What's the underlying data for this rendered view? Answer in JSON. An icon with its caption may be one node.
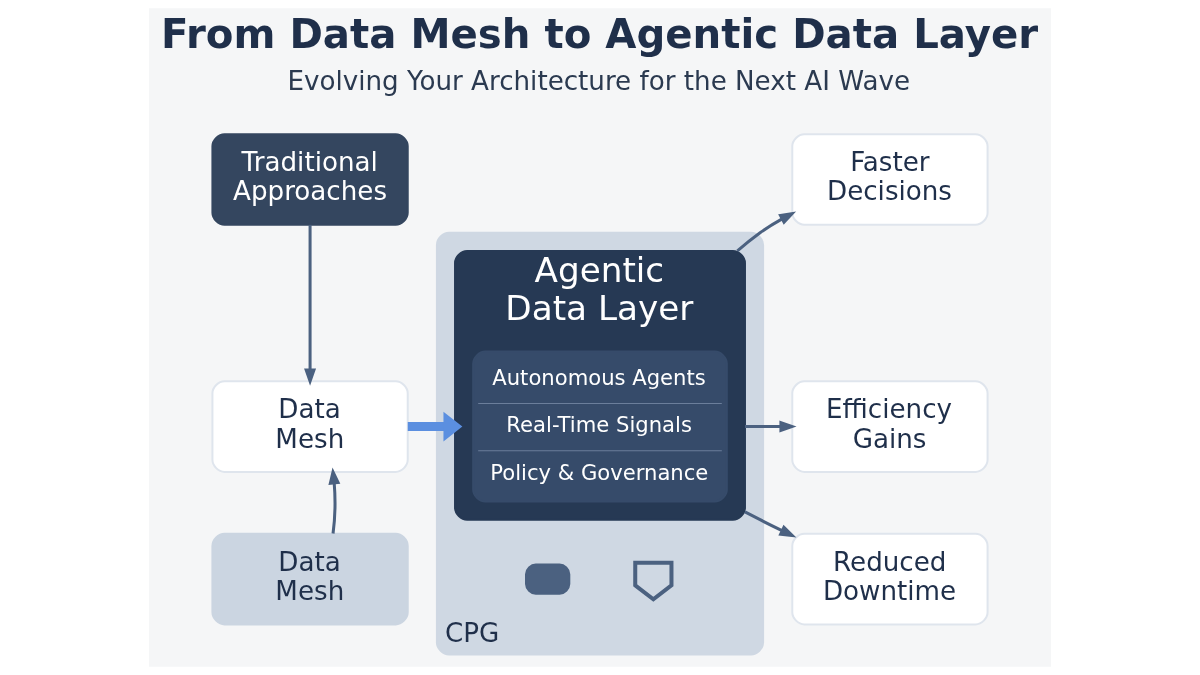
{
  "diagram": {
    "title": "From Data Mesh to Agentic Data Layer",
    "nodes": [
      {
        "text": [
          "Traditional Approaches"
        ]
      },
      {
        "text": [
          "Data Mesh"
        ]
      },
      {
        "text": [
          "Data Mesh"
        ]
      },
      {
        "text": [
          "CPG"
        ]
      },
      {
        "text": [
          "Agentic Data Layer"
        ],
        "in": 3
      },
      {
        "text": [
          "Autonomous Agents",
          "Real-Time Signals",
          "Policy & Governance"
        ],
        "in": 4
      },
      {
        "text": [],
        "shape": "box",
        "in": 3
      },
      {
        "text": [],
        "shape": "shield",
        "in": 3
      },
      {
        "text": [
          "Faster Decisions"
        ]
      },
      {
        "text": [
          "Efficiency Gains"
        ]
      },
      {
        "text": [
          "Reduced Downtime"
        ]
      }
    ],
    "edges": [
      {
        "from": 0,
        "to": 1,
        "arrow": "to"
      },
      {
        "from": 2,
        "to": 1,
        "arrow": "to"
      },
      {
        "from": 1,
        "to": 4,
        "arrow": "to",
        "style": "thick",
        "color": "#5b8fe0"
      },
      {
        "from": 4,
        "to": 8,
        "arrow": "to"
      },
      {
        "from": 4,
        "to": 9,
        "arrow": "to"
      },
      {
        "from": 4,
        "to": 10,
        "arrow": "to"
      }
    ],
    "labels": [
      "Evolving Your Architecture for the Next AI Wave"
    ]
  }
}
